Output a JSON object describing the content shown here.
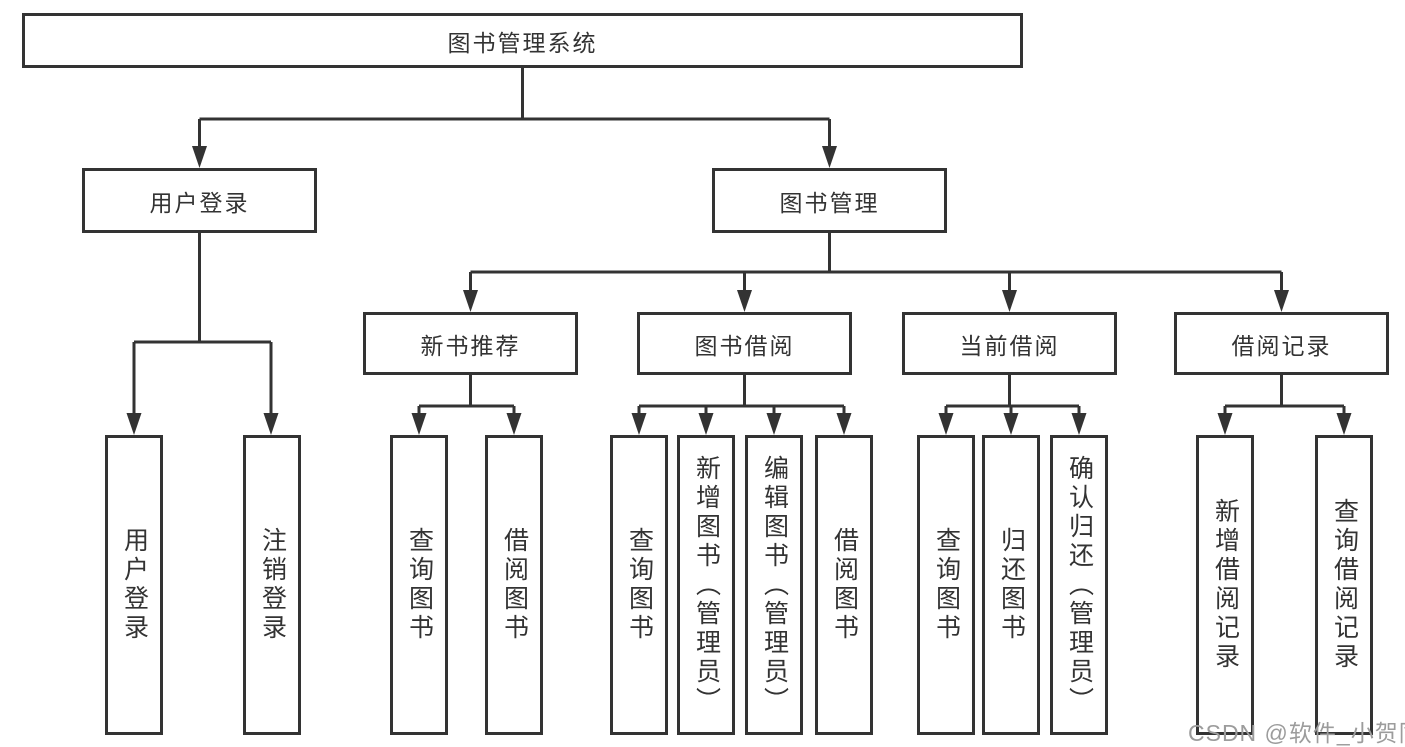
{
  "diagram_title": "图书管理系统",
  "tree": {
    "root": {
      "label": "图书管理系统"
    },
    "branches": [
      {
        "label": "用户登录",
        "children": [
          {
            "label": "用户登录"
          },
          {
            "label": "注销登录"
          }
        ]
      },
      {
        "label": "图书管理",
        "children": [
          {
            "label": "新书推荐",
            "children": [
              {
                "label": "查询图书"
              },
              {
                "label": "借阅图书"
              }
            ]
          },
          {
            "label": "图书借阅",
            "children": [
              {
                "label": "查询图书"
              },
              {
                "label": "新增图书（管理员）"
              },
              {
                "label": "编辑图书（管理员）"
              },
              {
                "label": "借阅图书"
              }
            ]
          },
          {
            "label": "当前借阅",
            "children": [
              {
                "label": "查询图书"
              },
              {
                "label": "归还图书"
              },
              {
                "label": "确认归还（管理员）"
              }
            ]
          },
          {
            "label": "借阅记录",
            "children": [
              {
                "label": "新增借阅记录"
              },
              {
                "label": "查询借阅记录"
              }
            ]
          }
        ]
      }
    ]
  },
  "watermark": {
    "text": "CSDN @软件_小贺同学"
  },
  "colors": {
    "line": "#333333",
    "box_border": "#333333",
    "text": "#333333",
    "watermark": "#9c9c9c",
    "background": "#ffffff"
  }
}
